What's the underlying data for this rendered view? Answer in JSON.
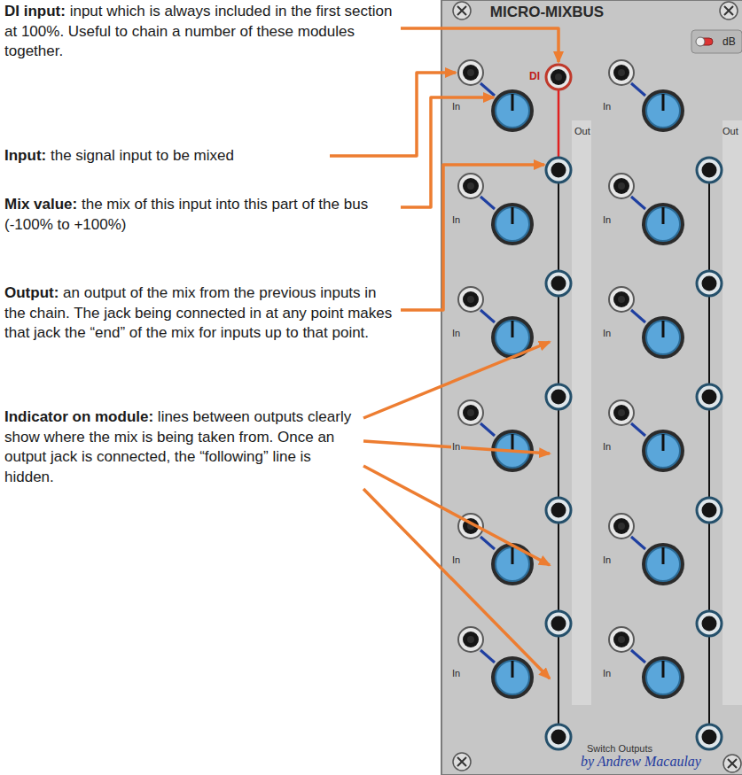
{
  "diagram": {
    "nodes": [
      {
        "text": [
          "MICRO-MIXBUS",
          "by Andrew Macaulay"
        ]
      }
    ],
    "labels": [
      "DI input:",
      "input which is always included in the first section at 100%. Useful to chain a number of these modules together.",
      "Input:",
      "the signal input to be mixed",
      "Mix value:",
      "the mix of this input into this part of the bus (-100% to +100%)",
      "Output:",
      "an output of the mix from the previous inputs in the chain. The jack being connected in at any point makes that jack the “end” of the mix for inputs up to that point.",
      "Indicator on module:",
      "lines between outputs clearly show where the mix is being taken from. Once an output jack is connected, the “following” line is hidden.",
      "DI",
      "dB",
      "In",
      "Out",
      "In",
      "Out",
      "In",
      "In",
      "In",
      "In",
      "In",
      "In",
      "In",
      "In",
      "In",
      "In",
      "Switch Outputs"
    ]
  }
}
